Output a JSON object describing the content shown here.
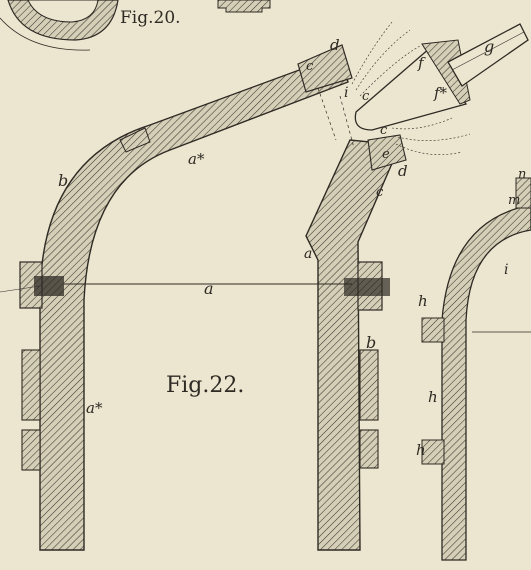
{
  "figures": {
    "fig20": "Fig.20.",
    "fig22": "Fig.22."
  },
  "labels": {
    "a": "a",
    "a_star_top": "a*",
    "a_star_left": "a*",
    "a_sub": "a",
    "b_left": "b",
    "b_right": "b",
    "c_left": "c",
    "c_right": "c",
    "c_upper": "c",
    "c_lower": "c",
    "d_top": "d",
    "d_right": "d",
    "e": "e",
    "f": "f",
    "f_star": "f*",
    "g": "g",
    "h": "h",
    "h1": "h",
    "h2": "h",
    "i_left": "i",
    "i_right": "i",
    "m": "m",
    "n": "n"
  },
  "colors": {
    "paper": "#ece5cf",
    "ink": "#2e2a24",
    "wall_fill": "#c9c1aa"
  }
}
